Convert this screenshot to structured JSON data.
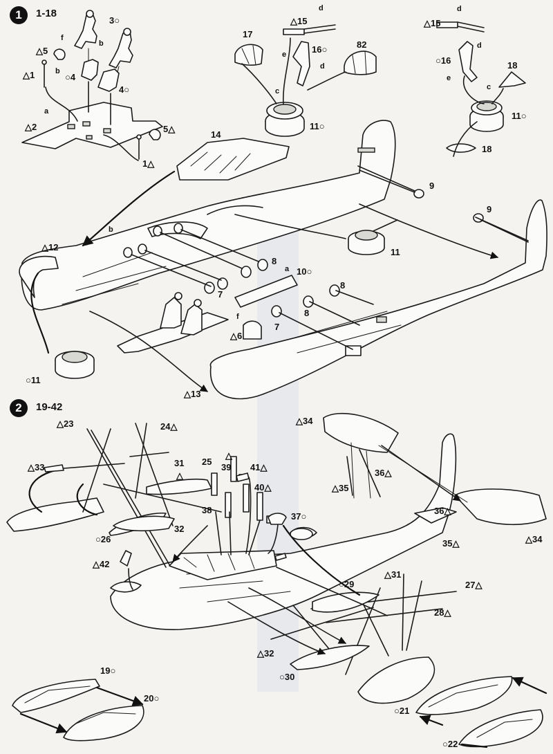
{
  "steps": [
    {
      "number": "1",
      "range": "1-18"
    },
    {
      "number": "2",
      "range": "19-42"
    }
  ],
  "labels": {
    "p1": "△1",
    "p2": "△2",
    "p3": "3○",
    "p4a": "○4",
    "p4b": "4○",
    "p5a": "△5",
    "p5b": "5△",
    "p1b": "1△",
    "p6": "△6",
    "p7a": "7",
    "p7b": "7",
    "p8a": "8",
    "p8b": "8",
    "p8c": "8",
    "p9a": "9",
    "p9b": "9",
    "p10": "10○",
    "p11a": "11○",
    "p11b": "11",
    "p11c": "11○",
    "p11d": "○11",
    "p12": "△12",
    "p13": "△13",
    "p14": "14",
    "p15a": "△15",
    "p15b": "△15",
    "p16a": "16○",
    "p16b": "○16",
    "p17": "17",
    "p18a": "18",
    "p18b": "18",
    "p82": "82",
    "p19": "19○",
    "p20": "20○",
    "p21": "○21",
    "p22": "○22",
    "p23": "△23",
    "p24": "24△",
    "p25": "25",
    "p26": "○26",
    "p27": "27△",
    "p28": "28△",
    "p29": "○29",
    "p30": "○30",
    "p31a": "31",
    "p31b": "△31",
    "p32a": "32",
    "p32b": "△32",
    "p33": "△33",
    "p34a": "△34",
    "p34b": "△34",
    "p35a": "△35",
    "p35b": "35△",
    "p36a": "36△",
    "p36b": "36△",
    "p37": "37○",
    "p38": "38",
    "p39": "39",
    "p40": "40△",
    "p41": "41△",
    "p42": "△42",
    "tri1": "△",
    "tri2": "△"
  },
  "sublabels": {
    "a1": "a",
    "a2": "a",
    "b1": "b",
    "b2": "b",
    "b3": "b",
    "c1": "c",
    "c2": "c",
    "d1": "d",
    "d2": "d",
    "d3": "d",
    "d4": "d",
    "e1": "e",
    "e2": "e",
    "f1": "f",
    "f2": "f"
  }
}
